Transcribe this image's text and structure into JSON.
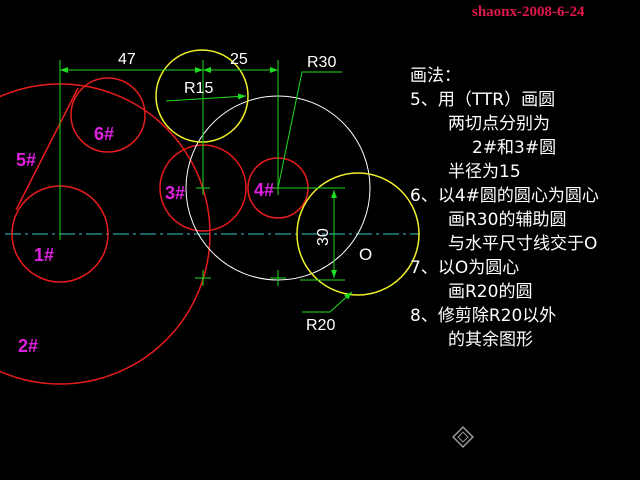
{
  "watermark": "shaonx-2008-6-24",
  "colors": {
    "background": "#000000",
    "red_circle": "#e81c1c",
    "yellow_circle": "#f2f22a",
    "white_circle": "#ffffff",
    "dimension": "#1fdc1f",
    "center_line": "#33cccc",
    "label": "#e020e0",
    "watermark": "#e0174a"
  },
  "drawing": {
    "circle_labels": {
      "c1": "1#",
      "c2": "2#",
      "c3": "3#",
      "c4": "4#",
      "c5": "5#",
      "c6": "6#"
    },
    "dimensions": {
      "d47": "47",
      "d25": "25",
      "r15": "R15",
      "r30": "R30",
      "r20": "R20",
      "v30": "30"
    },
    "point_o": "O"
  },
  "steps": {
    "heading": "画法：",
    "s5_1": "5、用（TTR）画圆",
    "s5_2": "两切点分别为",
    "s5_3": "2#和3#圆",
    "s5_4": "半径为15",
    "s6_1": "6、以4#圆的圆心为圆心",
    "s6_2": "画R30的辅助圆",
    "s6_3": "与水平尺寸线交于O",
    "s7_1": "7、以O为圆心",
    "s7_2": "画R20的圆",
    "s8_1": "8、修剪除R20以外",
    "s8_2": "的其余图形"
  },
  "corner_icon": "fit-view-icon"
}
